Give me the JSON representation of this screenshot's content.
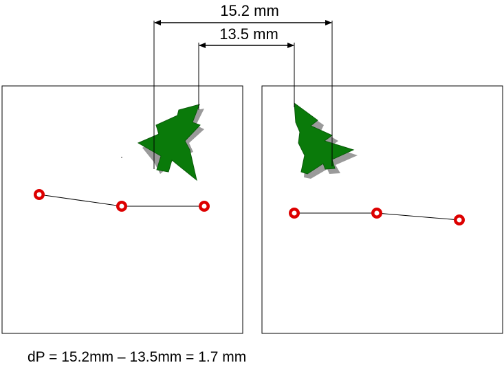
{
  "measurements": {
    "outer": "15.2 mm",
    "inner": "13.5 mm"
  },
  "formula": "dP = 15.2mm – 13.5mm = 1.7 mm",
  "colors": {
    "tree_fill": "#0a7a0a",
    "tree_shadow": "#9a9a9a",
    "point_ring": "#dd0000",
    "frame_stroke": "#000000"
  },
  "panels": [
    {
      "name": "left-photo",
      "tree": "tree-icon"
    },
    {
      "name": "right-photo",
      "tree": "tree-icon"
    }
  ]
}
